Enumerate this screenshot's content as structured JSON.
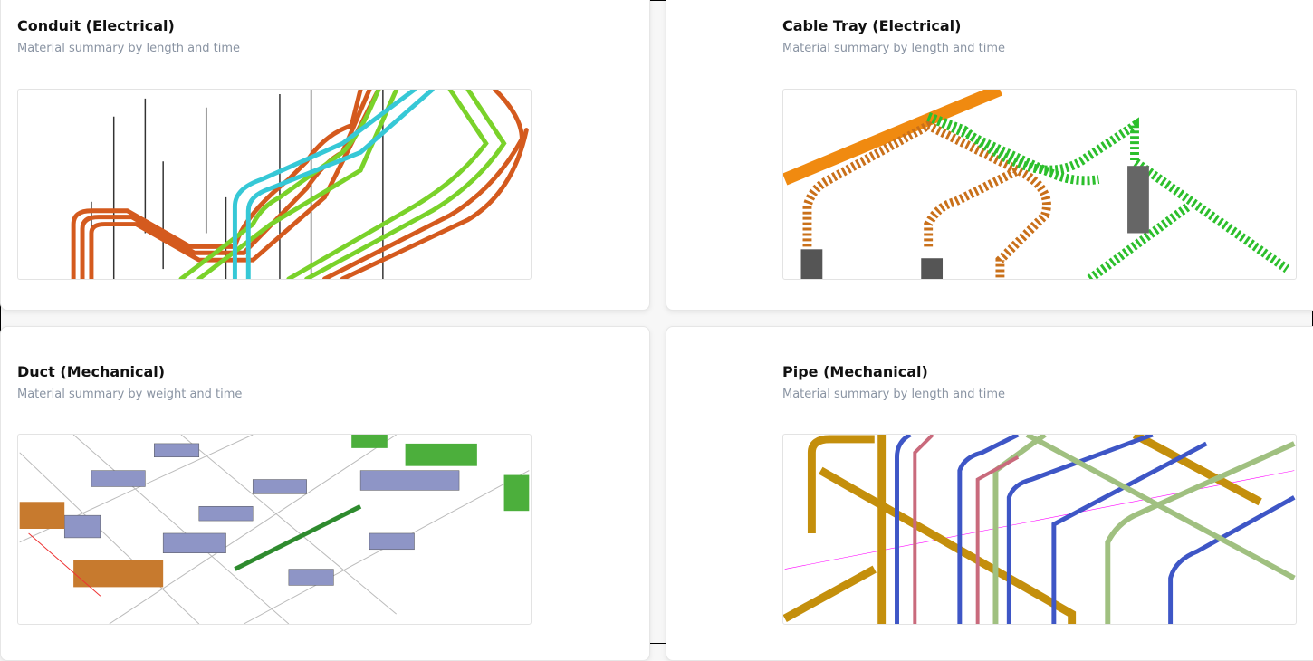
{
  "cards": [
    {
      "title": "Conduit (Electrical)",
      "subtitle": "Material summary by length and time"
    },
    {
      "title": "Cable Tray (Electrical)",
      "subtitle": "Material summary by length and time"
    },
    {
      "title": "Duct (Mechanical)",
      "subtitle": "Material summary by weight and time"
    },
    {
      "title": "Pipe (Mechanical)",
      "subtitle": "Material summary by length and time"
    }
  ]
}
